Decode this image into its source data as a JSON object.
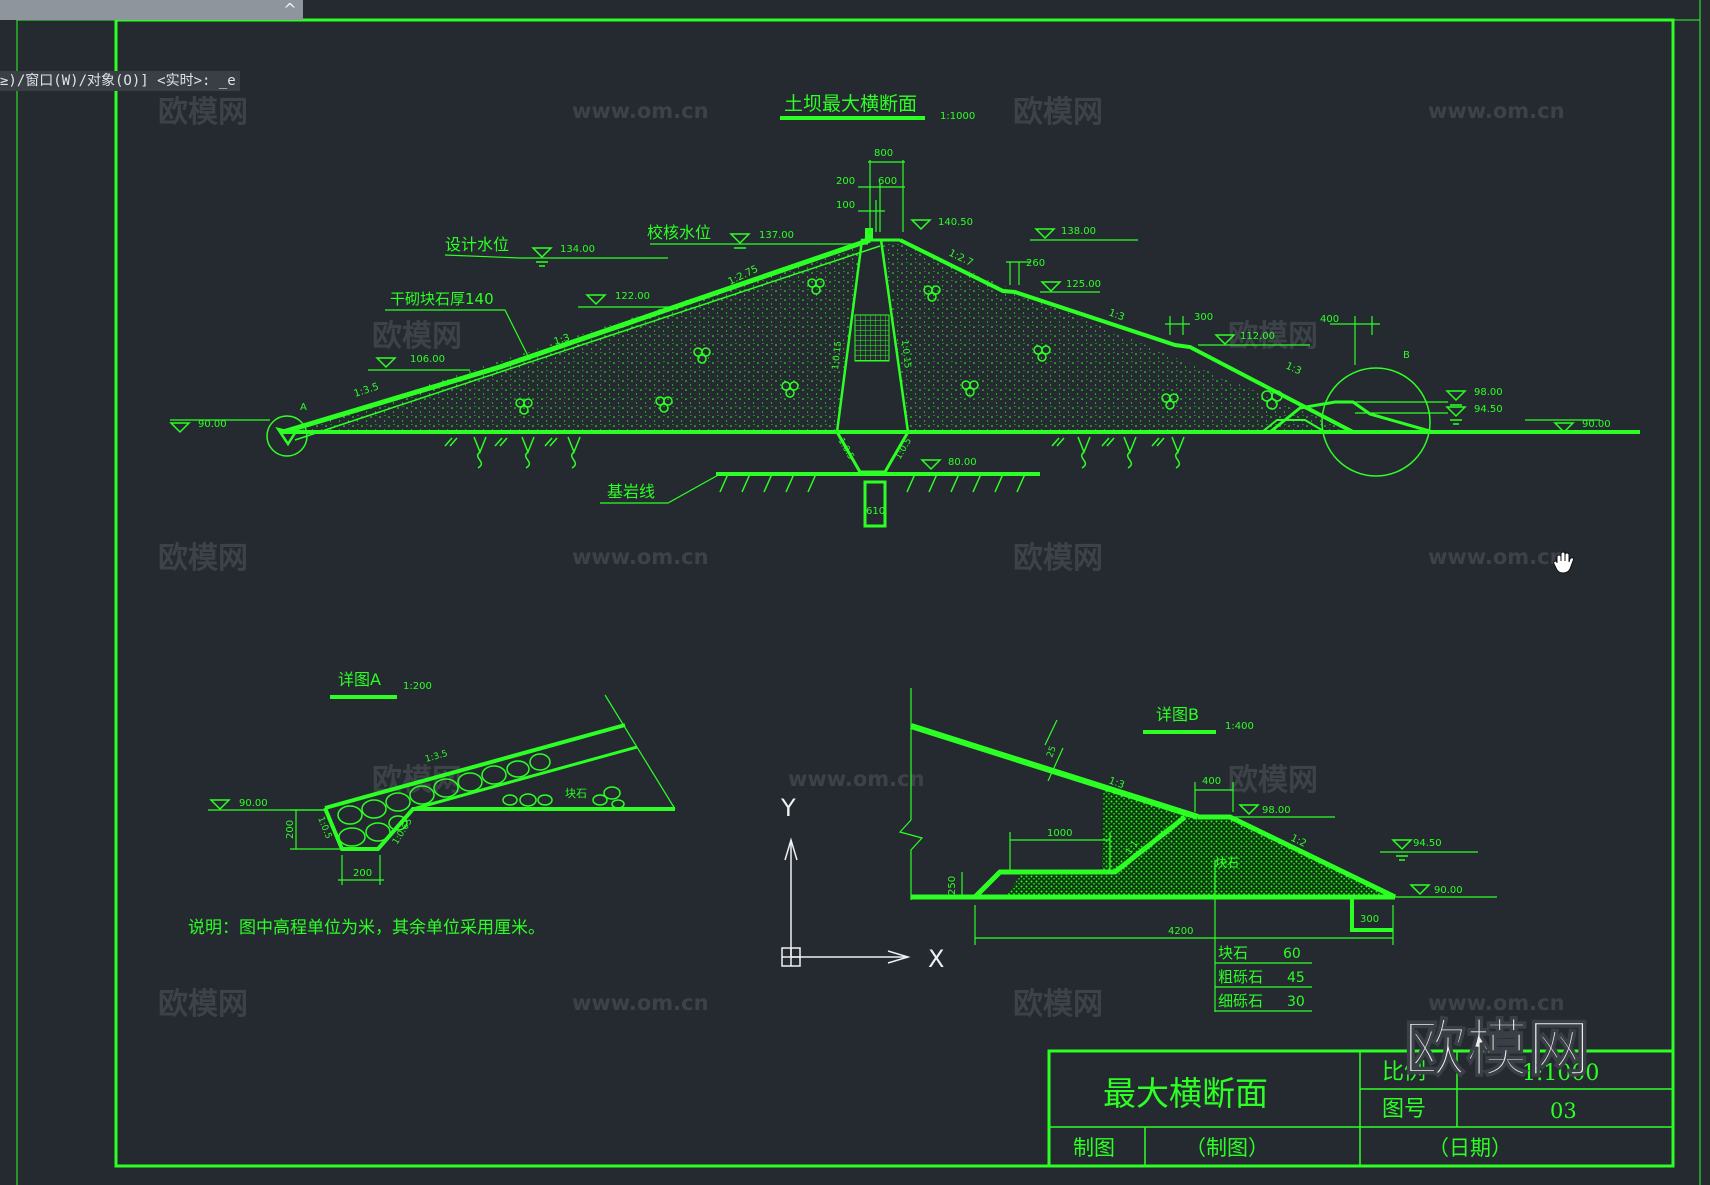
{
  "ui": {
    "command_line": "≥)/窗口(W)/对象(O)] <实时>: _e",
    "collapse_glyph": "^",
    "watermark_text": "欧模网",
    "watermark_url": "www.om.cn",
    "colors": {
      "background": "#252a31",
      "cad_line": "#2cff24",
      "watermark": "#3c4248",
      "border": "#2cff24"
    },
    "icons": [
      "collapse-chevron-icon",
      "hand-cursor-icon",
      "ucs-axis-icon"
    ]
  },
  "main_section": {
    "title": "土坝最大横断面",
    "scale": "1:1000",
    "levels": {
      "design_water_label": "设计水位",
      "design_water_value": "134.00",
      "check_water_label": "校核水位",
      "check_water_value": "137.00",
      "crest": "140.50",
      "downstream_top": "138.00",
      "berm_up": "122.00",
      "berm_low": "106.00",
      "ground_left": "90.00",
      "ground_right": "90.00",
      "berm_down_1": "125.00",
      "berm_down_2": "112.00",
      "tail_water_1": "98.00",
      "tail_water_2": "94.50",
      "trench_bottom": "80.00"
    },
    "dimensions": {
      "d800": "800",
      "d200": "200",
      "d600": "600",
      "d100": "100",
      "d260": "260",
      "d300": "300",
      "d400": "400",
      "d610": "610"
    },
    "slopes": {
      "s1_2_75": "1:2.75",
      "s1_3_up": "1:3",
      "s1_3_5": "1:3.5",
      "s1_2_7": "1:2.7",
      "s1_3_down1": "1:3",
      "s1_3_down2": "1:3",
      "core_left": "1:0.15",
      "core_right": "1:0.15",
      "trench_left": "1:0.5",
      "trench_right": "1:0.5"
    },
    "labels": {
      "riprap": "干砌块石厚140",
      "bedrock": "基岩线",
      "point_a": "A",
      "point_b": "B"
    }
  },
  "detail_a": {
    "title": "详图A",
    "scale": "1:200",
    "level": "90.00",
    "slope_top": "1:3.5",
    "slope_left": "1:0.5",
    "slope_inner": "1:0.65",
    "dim_height": "200",
    "dim_width": "200",
    "rock_label": "块石"
  },
  "detail_b": {
    "title": "详图B",
    "scale": "1:400",
    "level_top": "98.00",
    "level_mid": "94.50",
    "level_ground": "90.00",
    "dim_400": "400",
    "dim_1000": "1000",
    "dim_250": "250",
    "dim_300": "300",
    "dim_4200": "4200",
    "dim_25": "25",
    "slope_1_3": "1:3",
    "slope_1_2": "1:2",
    "slope_1_1": "1:1",
    "rock_label": "块石",
    "axis_x": "X",
    "axis_y": "Y",
    "material_table": [
      {
        "name": "块石",
        "thickness": "60"
      },
      {
        "name": "粗砾石",
        "thickness": "45"
      },
      {
        "name": "细砾石",
        "thickness": "30"
      }
    ]
  },
  "note": "说明：图中高程单位为米，其余单位采用厘米。",
  "title_block": {
    "drawing_title": "最大横断面",
    "scale_label": "比例",
    "scale_value": "1:1000",
    "number_label": "图号",
    "number_value": "03",
    "drawn_label": "制图",
    "drawn_value": "（制图）",
    "date_value": "（日期）"
  }
}
